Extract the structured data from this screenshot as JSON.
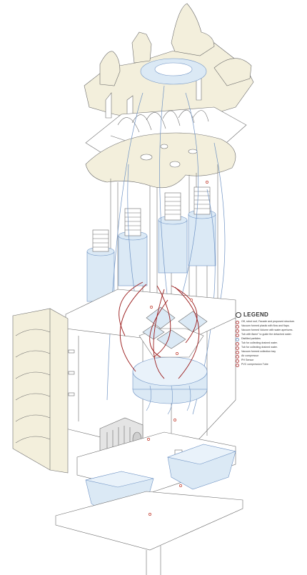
{
  "legend": {
    "title": "LEGEND",
    "items": [
      {
        "label": "Off, robot roof, Facade and proposed structure.",
        "color": "#b94a4a"
      },
      {
        "label": "Vacuum formed plastic with flow and flaps.",
        "color": "#b94a4a"
      },
      {
        "label": "Vacuum formed Volume with water apertures.",
        "color": "#b94a4a"
      },
      {
        "label": "Tub with flame\" to guide the detached water.",
        "color": "#b94a4a"
      },
      {
        "label": "Distilled particles",
        "color": "#7a9cc6"
      },
      {
        "label": "Tub for collecting drained water.",
        "color": "#b94a4a"
      },
      {
        "label": "Tub for collecting drained water.",
        "color": "#b94a4a"
      },
      {
        "label": "Vacuum formed collection tray",
        "color": "#b94a4a"
      },
      {
        "label": "Air compressor",
        "color": "#b94a4a"
      },
      {
        "label": "PH Sensor",
        "color": "#b94a4a"
      },
      {
        "label": "PVC compression Tube",
        "color": "#b94a4a"
      }
    ]
  },
  "colors": {
    "line": "#6b6b6b",
    "cream": "#f3efdc",
    "blue": "#dbe9f5",
    "blue_line": "#6f93c4",
    "red": "#9b1c1c",
    "marker": "#c0392b"
  }
}
